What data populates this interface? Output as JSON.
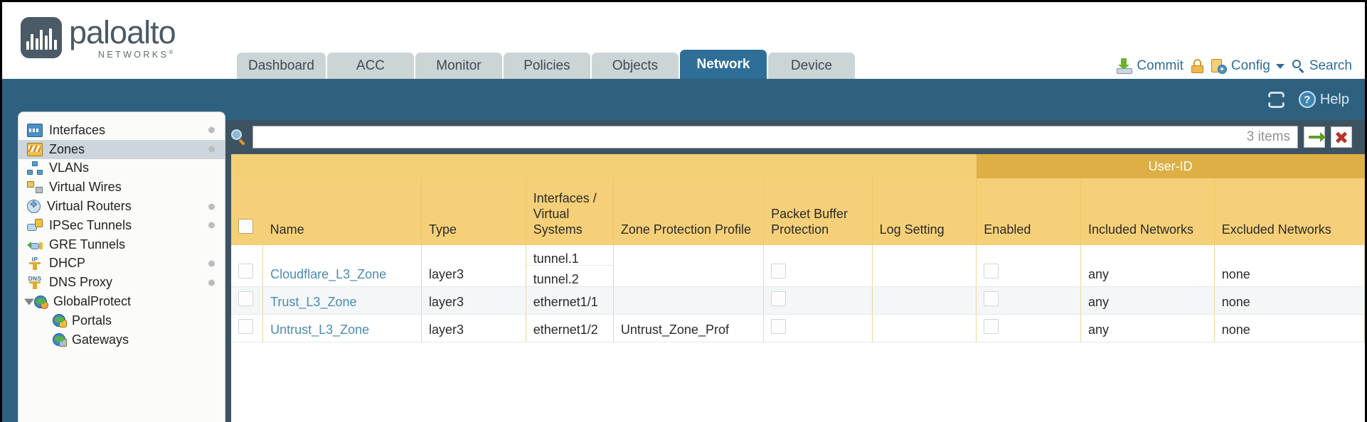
{
  "brand": {
    "name": "paloalto",
    "sub": "NETWORKS",
    "reg": "®"
  },
  "tabs": [
    {
      "label": "Dashboard",
      "active": false
    },
    {
      "label": "ACC",
      "active": false
    },
    {
      "label": "Monitor",
      "active": false
    },
    {
      "label": "Policies",
      "active": false
    },
    {
      "label": "Objects",
      "active": false
    },
    {
      "label": "Network",
      "active": true
    },
    {
      "label": "Device",
      "active": false
    }
  ],
  "header_actions": {
    "commit": "Commit",
    "config": "Config",
    "search": "Search"
  },
  "band": {
    "help": "Help"
  },
  "sidebar": {
    "items": [
      {
        "label": "Interfaces",
        "icon": "interfaces-icon",
        "selected": false,
        "dot": true,
        "child": false,
        "expander": false
      },
      {
        "label": "Zones",
        "icon": "zones-icon",
        "selected": true,
        "dot": true,
        "child": false,
        "expander": false
      },
      {
        "label": "VLANs",
        "icon": "vlans-icon",
        "selected": false,
        "dot": false,
        "child": false,
        "expander": false
      },
      {
        "label": "Virtual Wires",
        "icon": "virtual-wires-icon",
        "selected": false,
        "dot": false,
        "child": false,
        "expander": false
      },
      {
        "label": "Virtual Routers",
        "icon": "virtual-routers-icon",
        "selected": false,
        "dot": true,
        "child": false,
        "expander": false
      },
      {
        "label": "IPSec Tunnels",
        "icon": "ipsec-tunnels-icon",
        "selected": false,
        "dot": true,
        "child": false,
        "expander": false
      },
      {
        "label": "GRE Tunnels",
        "icon": "gre-tunnels-icon",
        "selected": false,
        "dot": false,
        "child": false,
        "expander": false
      },
      {
        "label": "DHCP",
        "icon": "dhcp-icon",
        "selected": false,
        "dot": true,
        "child": false,
        "expander": false
      },
      {
        "label": "DNS Proxy",
        "icon": "dns-proxy-icon",
        "selected": false,
        "dot": true,
        "child": false,
        "expander": false
      },
      {
        "label": "GlobalProtect",
        "icon": "globalprotect-icon",
        "selected": false,
        "dot": false,
        "child": false,
        "expander": true
      },
      {
        "label": "Portals",
        "icon": "portals-icon",
        "selected": false,
        "dot": false,
        "child": true,
        "expander": false
      },
      {
        "label": "Gateways",
        "icon": "gateways-icon",
        "selected": false,
        "dot": false,
        "child": true,
        "expander": false
      }
    ]
  },
  "search": {
    "value": "",
    "placeholder": "",
    "items_count": "3 items"
  },
  "table": {
    "group_header": "User-ID",
    "columns": [
      "Name",
      "Type",
      "Interfaces / Virtual Systems",
      "Zone Protection Profile",
      "Packet Buffer Protection",
      "Log Setting",
      "Enabled",
      "Included Networks",
      "Excluded Networks"
    ],
    "rows": [
      {
        "name": "Cloudflare_L3_Zone",
        "type": "layer3",
        "interfaces": [
          "tunnel.1",
          "tunnel.2"
        ],
        "zone_protection_profile": "",
        "packet_buffer_protection": false,
        "log_setting": "",
        "userid_enabled": false,
        "included_networks": "any",
        "excluded_networks": "none"
      },
      {
        "name": "Trust_L3_Zone",
        "type": "layer3",
        "interfaces": [
          "ethernet1/1"
        ],
        "zone_protection_profile": "",
        "packet_buffer_protection": false,
        "log_setting": "",
        "userid_enabled": false,
        "included_networks": "any",
        "excluded_networks": "none"
      },
      {
        "name": "Untrust_L3_Zone",
        "type": "layer3",
        "interfaces": [
          "ethernet1/2"
        ],
        "zone_protection_profile": "Untrust_Zone_Prof",
        "packet_buffer_protection": false,
        "log_setting": "",
        "userid_enabled": false,
        "included_networks": "any",
        "excluded_networks": "none"
      }
    ]
  },
  "colors": {
    "brand_slate": "#4a5a66",
    "active_tab": "#2e6e97",
    "band_blue": "#2e6180",
    "header_gold": "#f6d078",
    "group_gold": "#ddaf45",
    "link_blue": "#4a8bb0"
  }
}
